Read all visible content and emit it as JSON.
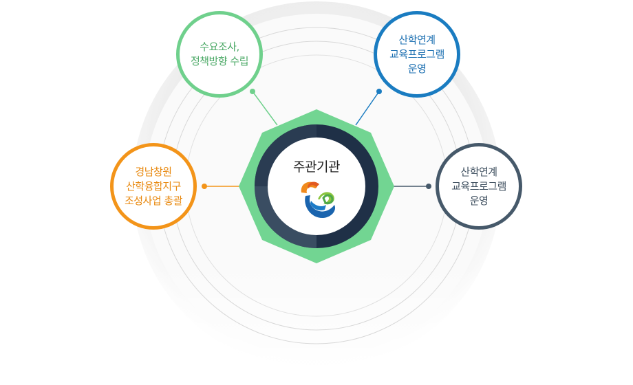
{
  "center": {
    "title": "주관기관",
    "logo": "gnu-logo-icon"
  },
  "nodes": {
    "top_left": {
      "lines": [
        "수요조사,",
        "정책방향 수립"
      ],
      "color": "#6fd08c"
    },
    "top_right": {
      "lines": [
        "산학연계",
        "교육프로그램",
        "운영"
      ],
      "color": "#1a7cc1"
    },
    "left": {
      "lines": [
        "경남창원",
        "산학융합지구",
        "조성사업 총괄"
      ],
      "color": "#f39419"
    },
    "right": {
      "lines": [
        "산학연계",
        "교육프로그램",
        "운영"
      ],
      "color": "#46596a"
    }
  },
  "colors": {
    "octagon": "#72d592",
    "ring_dark": "#1f3047",
    "ring_light": "#3a4d62",
    "background_disc": "#efefef"
  }
}
